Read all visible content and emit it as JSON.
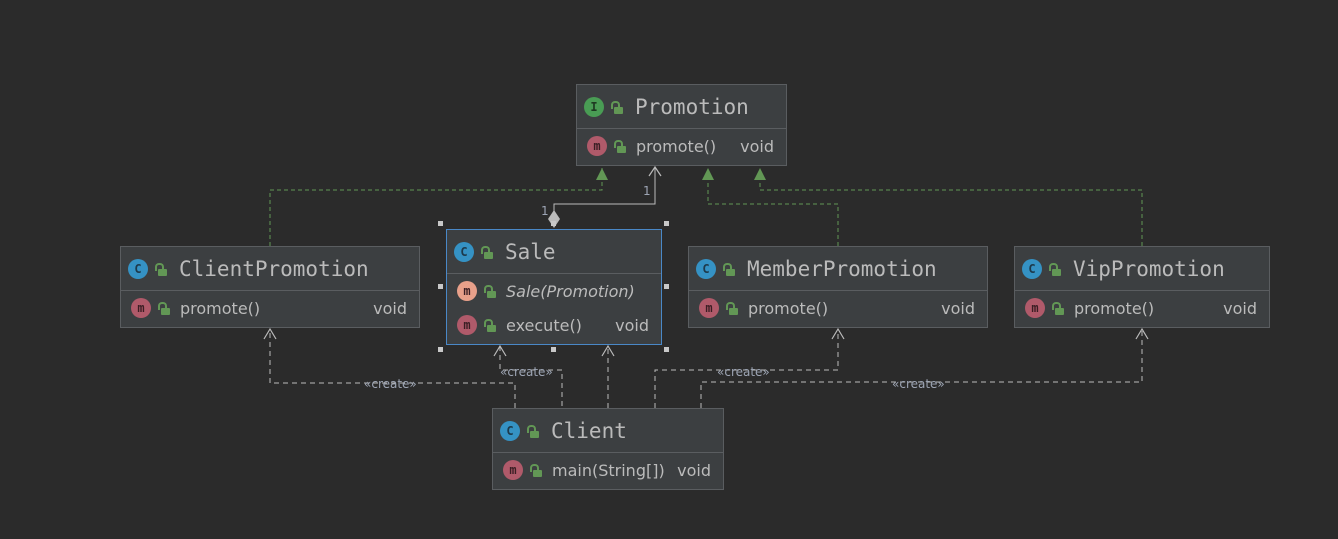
{
  "nodes": {
    "promotion": {
      "kind": "I",
      "name": "Promotion",
      "members": [
        {
          "name": "promote()",
          "type": "void"
        }
      ]
    },
    "client_promotion": {
      "kind": "C",
      "name": "ClientPromotion",
      "members": [
        {
          "name": "promote()",
          "type": "void"
        }
      ]
    },
    "sale": {
      "kind": "C",
      "name": "Sale",
      "members": [
        {
          "name": "Sale(Promotion)",
          "type": ""
        },
        {
          "name": "execute()",
          "type": "void"
        }
      ]
    },
    "member_promotion": {
      "kind": "C",
      "name": "MemberPromotion",
      "members": [
        {
          "name": "promote()",
          "type": "void"
        }
      ]
    },
    "vip_promotion": {
      "kind": "C",
      "name": "VipPromotion",
      "members": [
        {
          "name": "promote()",
          "type": "void"
        }
      ]
    },
    "client": {
      "kind": "C",
      "name": "Client",
      "members": [
        {
          "name": "main(String[])",
          "type": "void"
        }
      ]
    }
  },
  "edges": {
    "composition": {
      "source_multiplicity": "1",
      "target_multiplicity": "1"
    },
    "create_labels": [
      "«create»",
      "«create»",
      "«create»",
      "«create»"
    ]
  },
  "colors": {
    "background": "#2b2b2b",
    "node_fill": "#3c3f41",
    "node_border": "#5a5d60",
    "selected_border": "#4a88c7",
    "realization_line": "#629755",
    "dependency_line": "#bbbbbb",
    "text": "#bbbbbb"
  },
  "icons": {
    "interface": "interface-i-icon",
    "class": "class-c-icon",
    "method": "method-m-icon",
    "visibility": "public-lock-icon"
  }
}
